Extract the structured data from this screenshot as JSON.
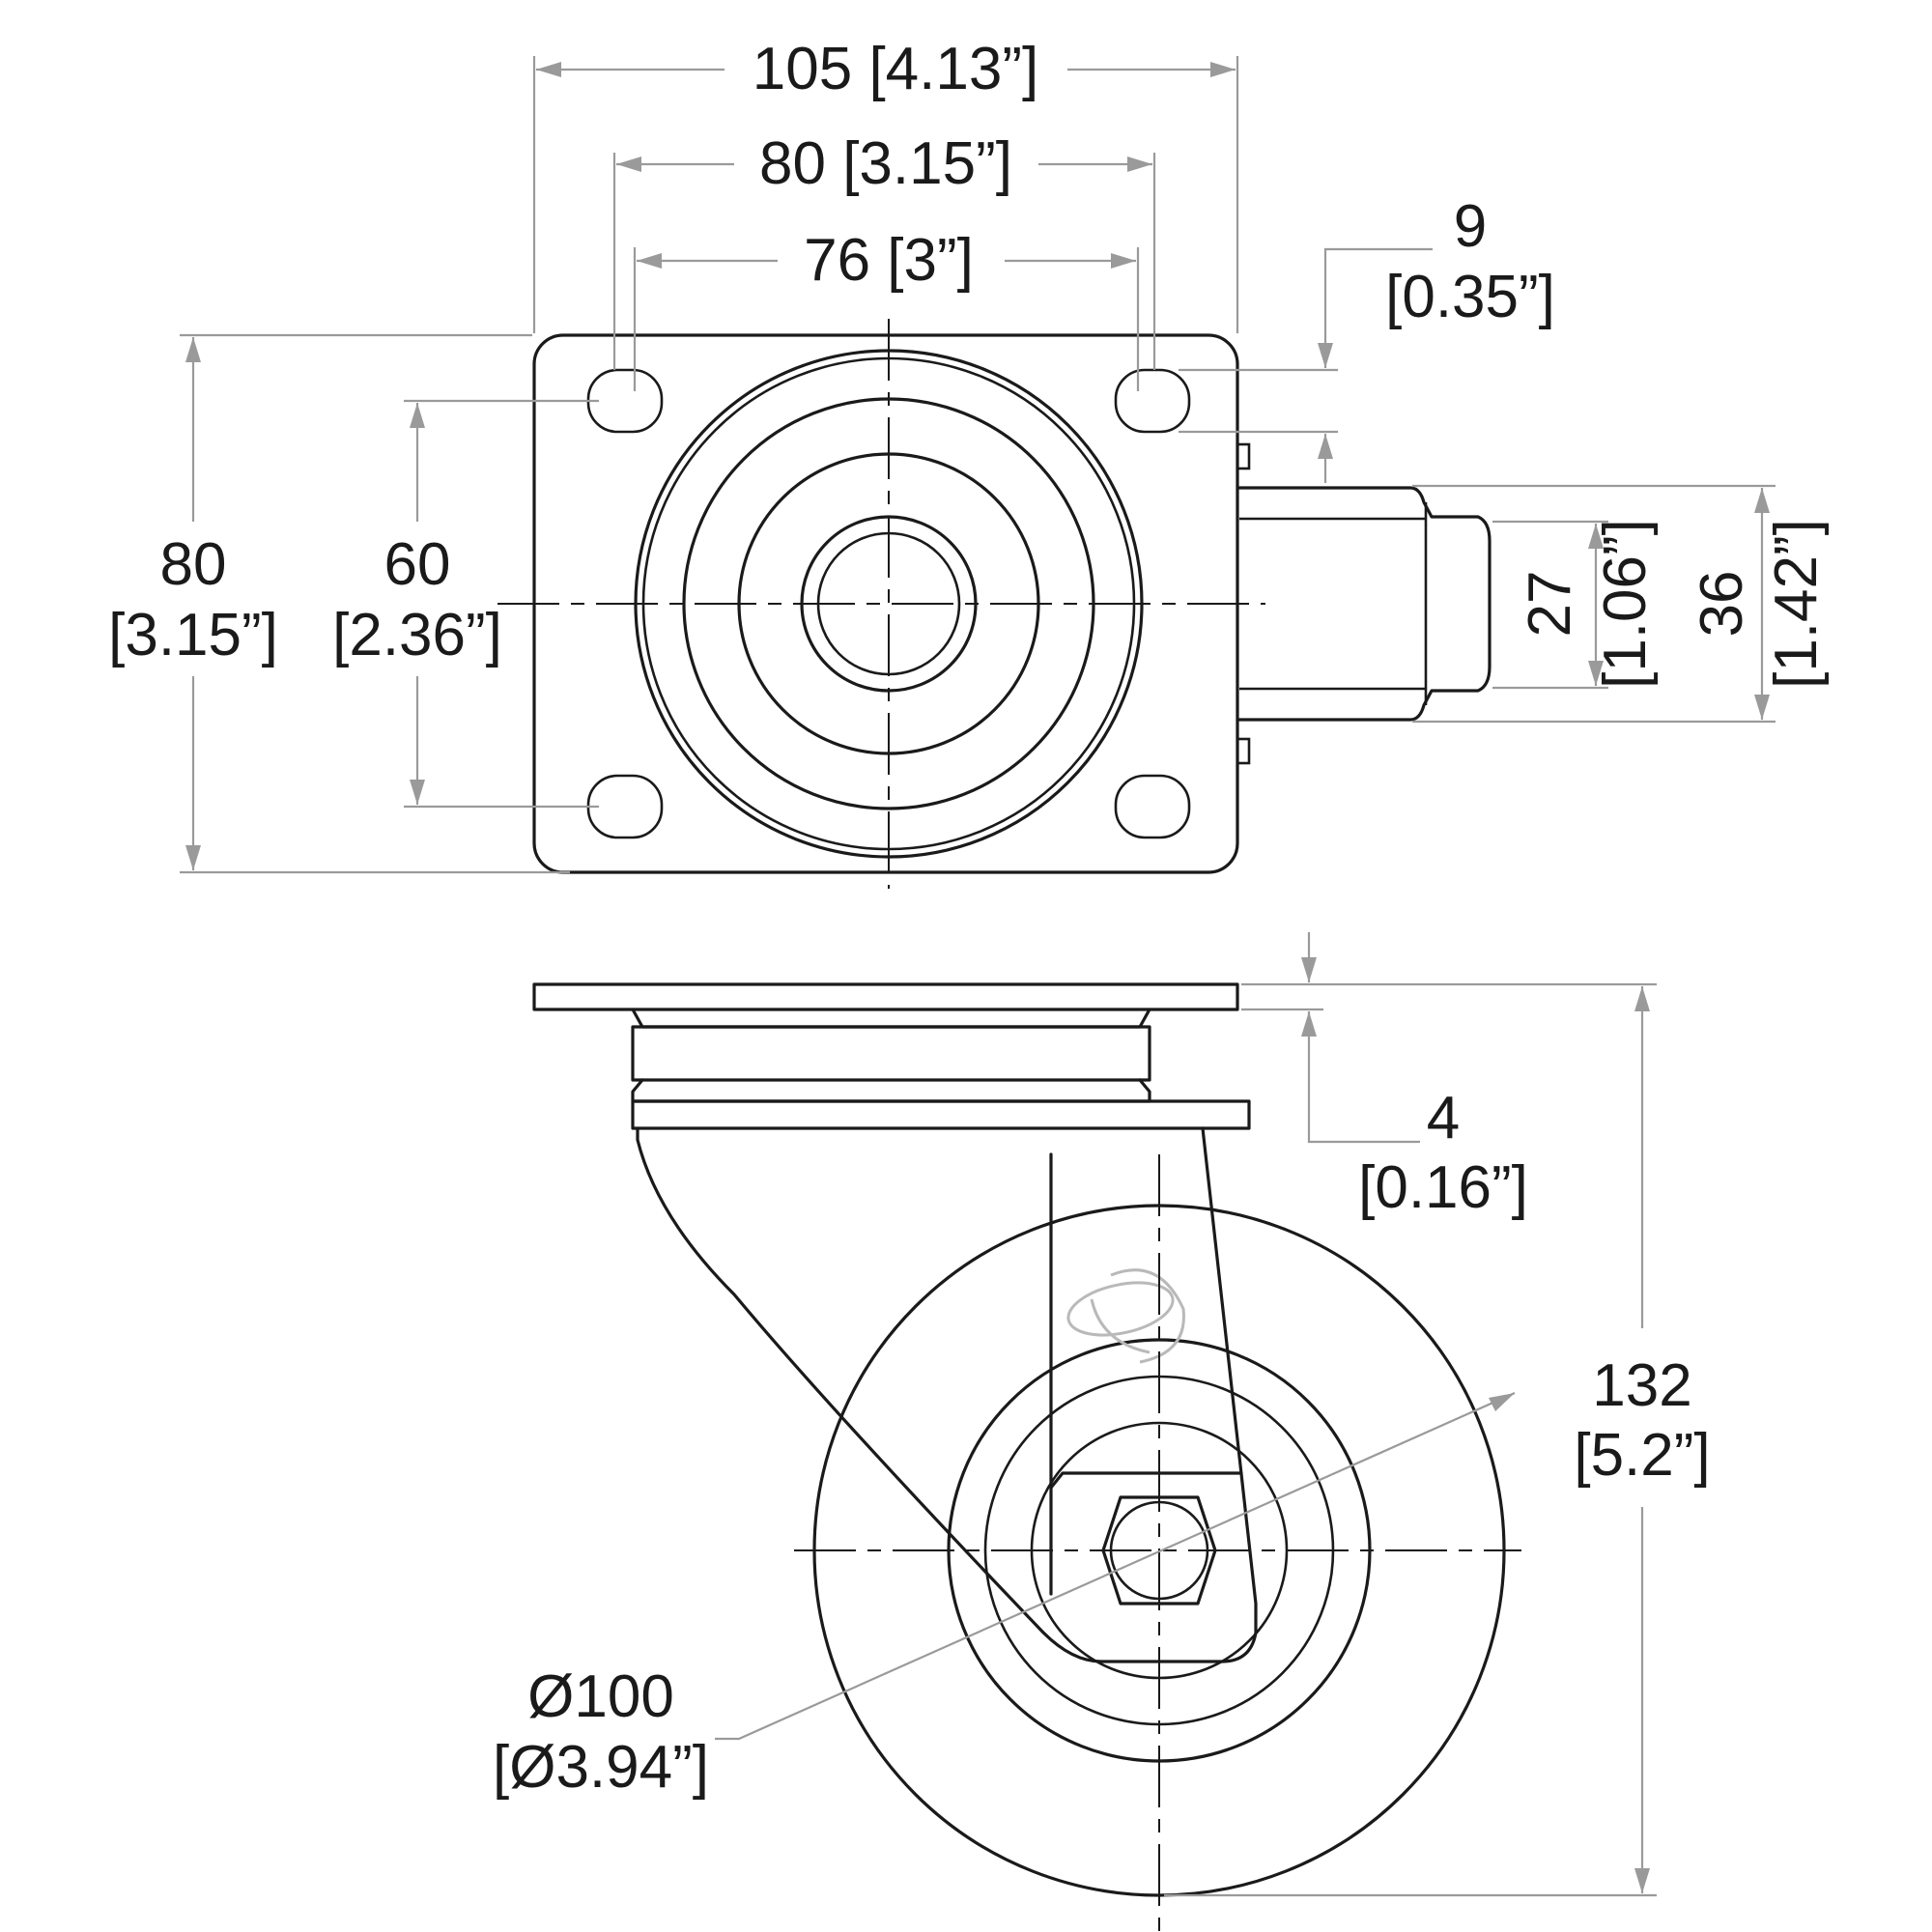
{
  "top_view": {
    "width_overall": {
      "mm": "105",
      "inch": "[4.13”]"
    },
    "hole_spacing_x": {
      "mm": "80",
      "inch": "[3.15”]"
    },
    "hole_spacing_x_inner": {
      "mm": "76",
      "inch": "[3”]"
    },
    "hole_size": {
      "mm": "9",
      "inch": "[0.35”]"
    },
    "height_overall": {
      "mm": "80",
      "inch": "[3.15”]"
    },
    "hole_spacing_y": {
      "mm": "60",
      "inch": "[2.36”]"
    },
    "tread_width": {
      "mm": "27",
      "inch": "[1.06”]"
    },
    "fork_width": {
      "mm": "36",
      "inch": "[1.42”]"
    }
  },
  "side_view": {
    "plate_thickness": {
      "mm": "4",
      "inch": "[0.16”]"
    },
    "total_height": {
      "mm": "132",
      "inch": "[5.2”]"
    },
    "wheel_diameter": {
      "mm": "Ø100",
      "inch": "[Ø3.94”]"
    }
  }
}
